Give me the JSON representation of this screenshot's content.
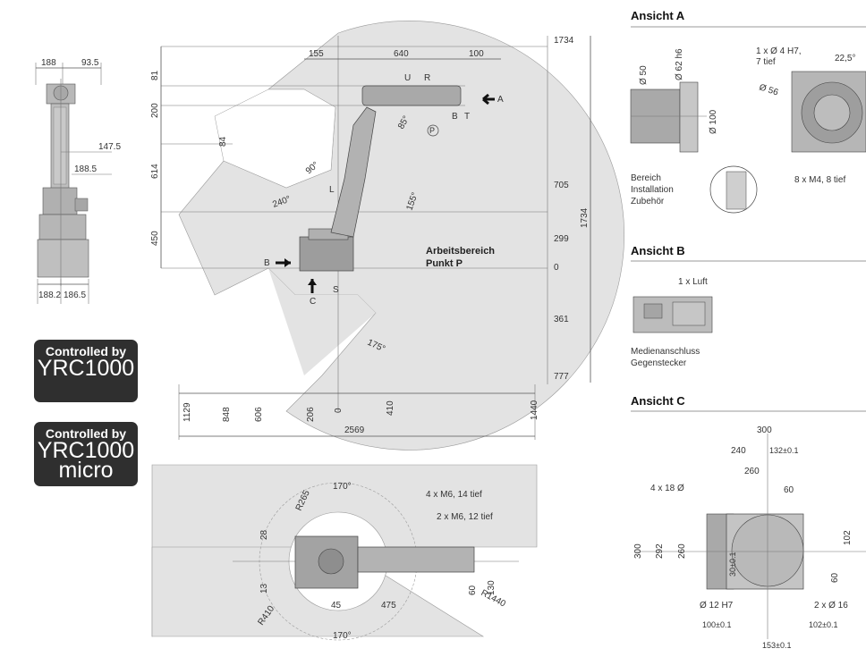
{
  "controllers": [
    {
      "prefix": "Controlled by",
      "model": "YRC1000",
      "model2": ""
    },
    {
      "prefix": "Controlled by",
      "model": "YRC1000",
      "model2": "micro"
    }
  ],
  "side_view": {
    "dims": [
      "188",
      "93.5",
      "147.5",
      "188.5",
      "188.2",
      "186.5"
    ]
  },
  "main_view": {
    "top_dims": [
      "155",
      "640",
      "100"
    ],
    "left_dims": [
      "81",
      "200",
      "84",
      "614",
      "450"
    ],
    "right_dims": [
      "1734",
      "705",
      "299",
      "0",
      "361",
      "777"
    ],
    "right_total": "1734",
    "bottom_dims": [
      "1129",
      "848",
      "606",
      "206",
      "0",
      "410",
      "1440"
    ],
    "bottom_total": "2569",
    "angles": [
      "85°",
      "90°",
      "240°",
      "155°",
      "175°"
    ],
    "axes": [
      "U",
      "R",
      "B",
      "T",
      "L",
      "S",
      "P"
    ],
    "arrow_labels": [
      "A",
      "B",
      "C"
    ],
    "work_area": [
      "Arbeitsbereich",
      "Punkt P"
    ]
  },
  "top_view": {
    "labels": [
      "R265",
      "170°",
      "170°",
      "4 x M6, 14 tief",
      "2 x M6, 12 tief",
      "28",
      "13",
      "45",
      "475",
      "60",
      "130",
      "R410",
      "R1440"
    ]
  },
  "ansicht_a": {
    "title": "Ansicht A",
    "dims": [
      "Ø 50",
      "Ø 62 h6",
      "Ø 100",
      "1 x Ø 4 H7,",
      "7 tief",
      "22,5°",
      "Ø 56",
      "8 x M4, 8 tief"
    ],
    "note": [
      "Bereich",
      "Installation",
      "Zubehör"
    ]
  },
  "ansicht_b": {
    "title": "Ansicht B",
    "labels": [
      "1 x Luft",
      "Medienanschluss",
      "Gegenstecker"
    ]
  },
  "ansicht_c": {
    "title": "Ansicht C",
    "dims": [
      "300",
      "240",
      "132±0.1",
      "260",
      "60",
      "4 x 18 Ø",
      "300",
      "292",
      "260",
      "30±0.1",
      "102",
      "60",
      "Ø 12 H7",
      "2 x Ø 16",
      "100±0.1",
      "102±0.1",
      "153±0.1"
    ]
  }
}
